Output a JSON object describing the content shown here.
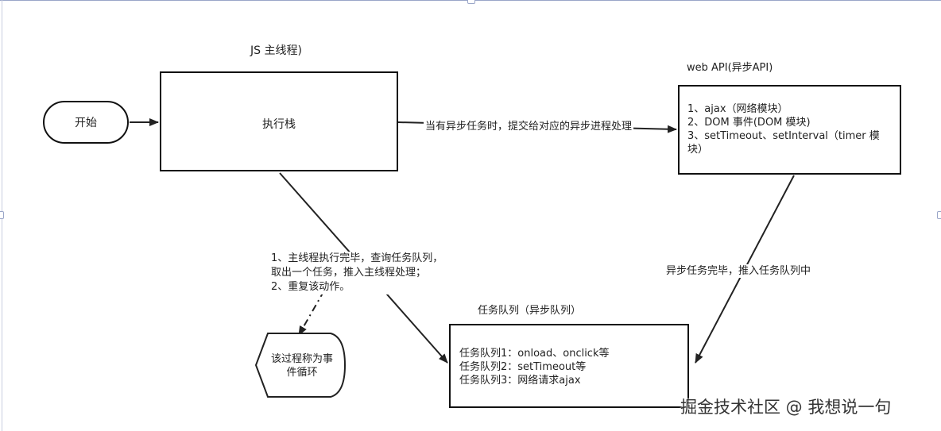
{
  "start": {
    "label": "开始"
  },
  "main_thread": {
    "title": "JS 主线程)",
    "stack_label": "执行栈"
  },
  "web_api": {
    "title": "web API(异步API)",
    "lines": [
      "1、ajax（网络模块）",
      "2、DOM 事件(DOM 模块)",
      "3、setTimeout、setInterval（timer 模",
      "块）"
    ]
  },
  "edge_labels": {
    "to_web_api": "当有异步任务时，提交给对应的异步进程处理",
    "to_queue": "异步任务完毕，推入任务队列中",
    "loop_steps": [
      "1、主线程执行完毕，查询任务队列，",
      "取出一个任务，推入主线程处理；",
      "2、重复该动作。"
    ]
  },
  "event_loop_note": {
    "lines": [
      "该过程称为事",
      "件循环"
    ]
  },
  "task_queue": {
    "title": "任务队列（异步队列）",
    "lines": [
      "任务队列1：onload、onclick等",
      "任务队列2：setTimeout等",
      "任务队列3：网络请求ajax"
    ]
  },
  "watermark": "掘金技术社区 @ 我想说一句"
}
